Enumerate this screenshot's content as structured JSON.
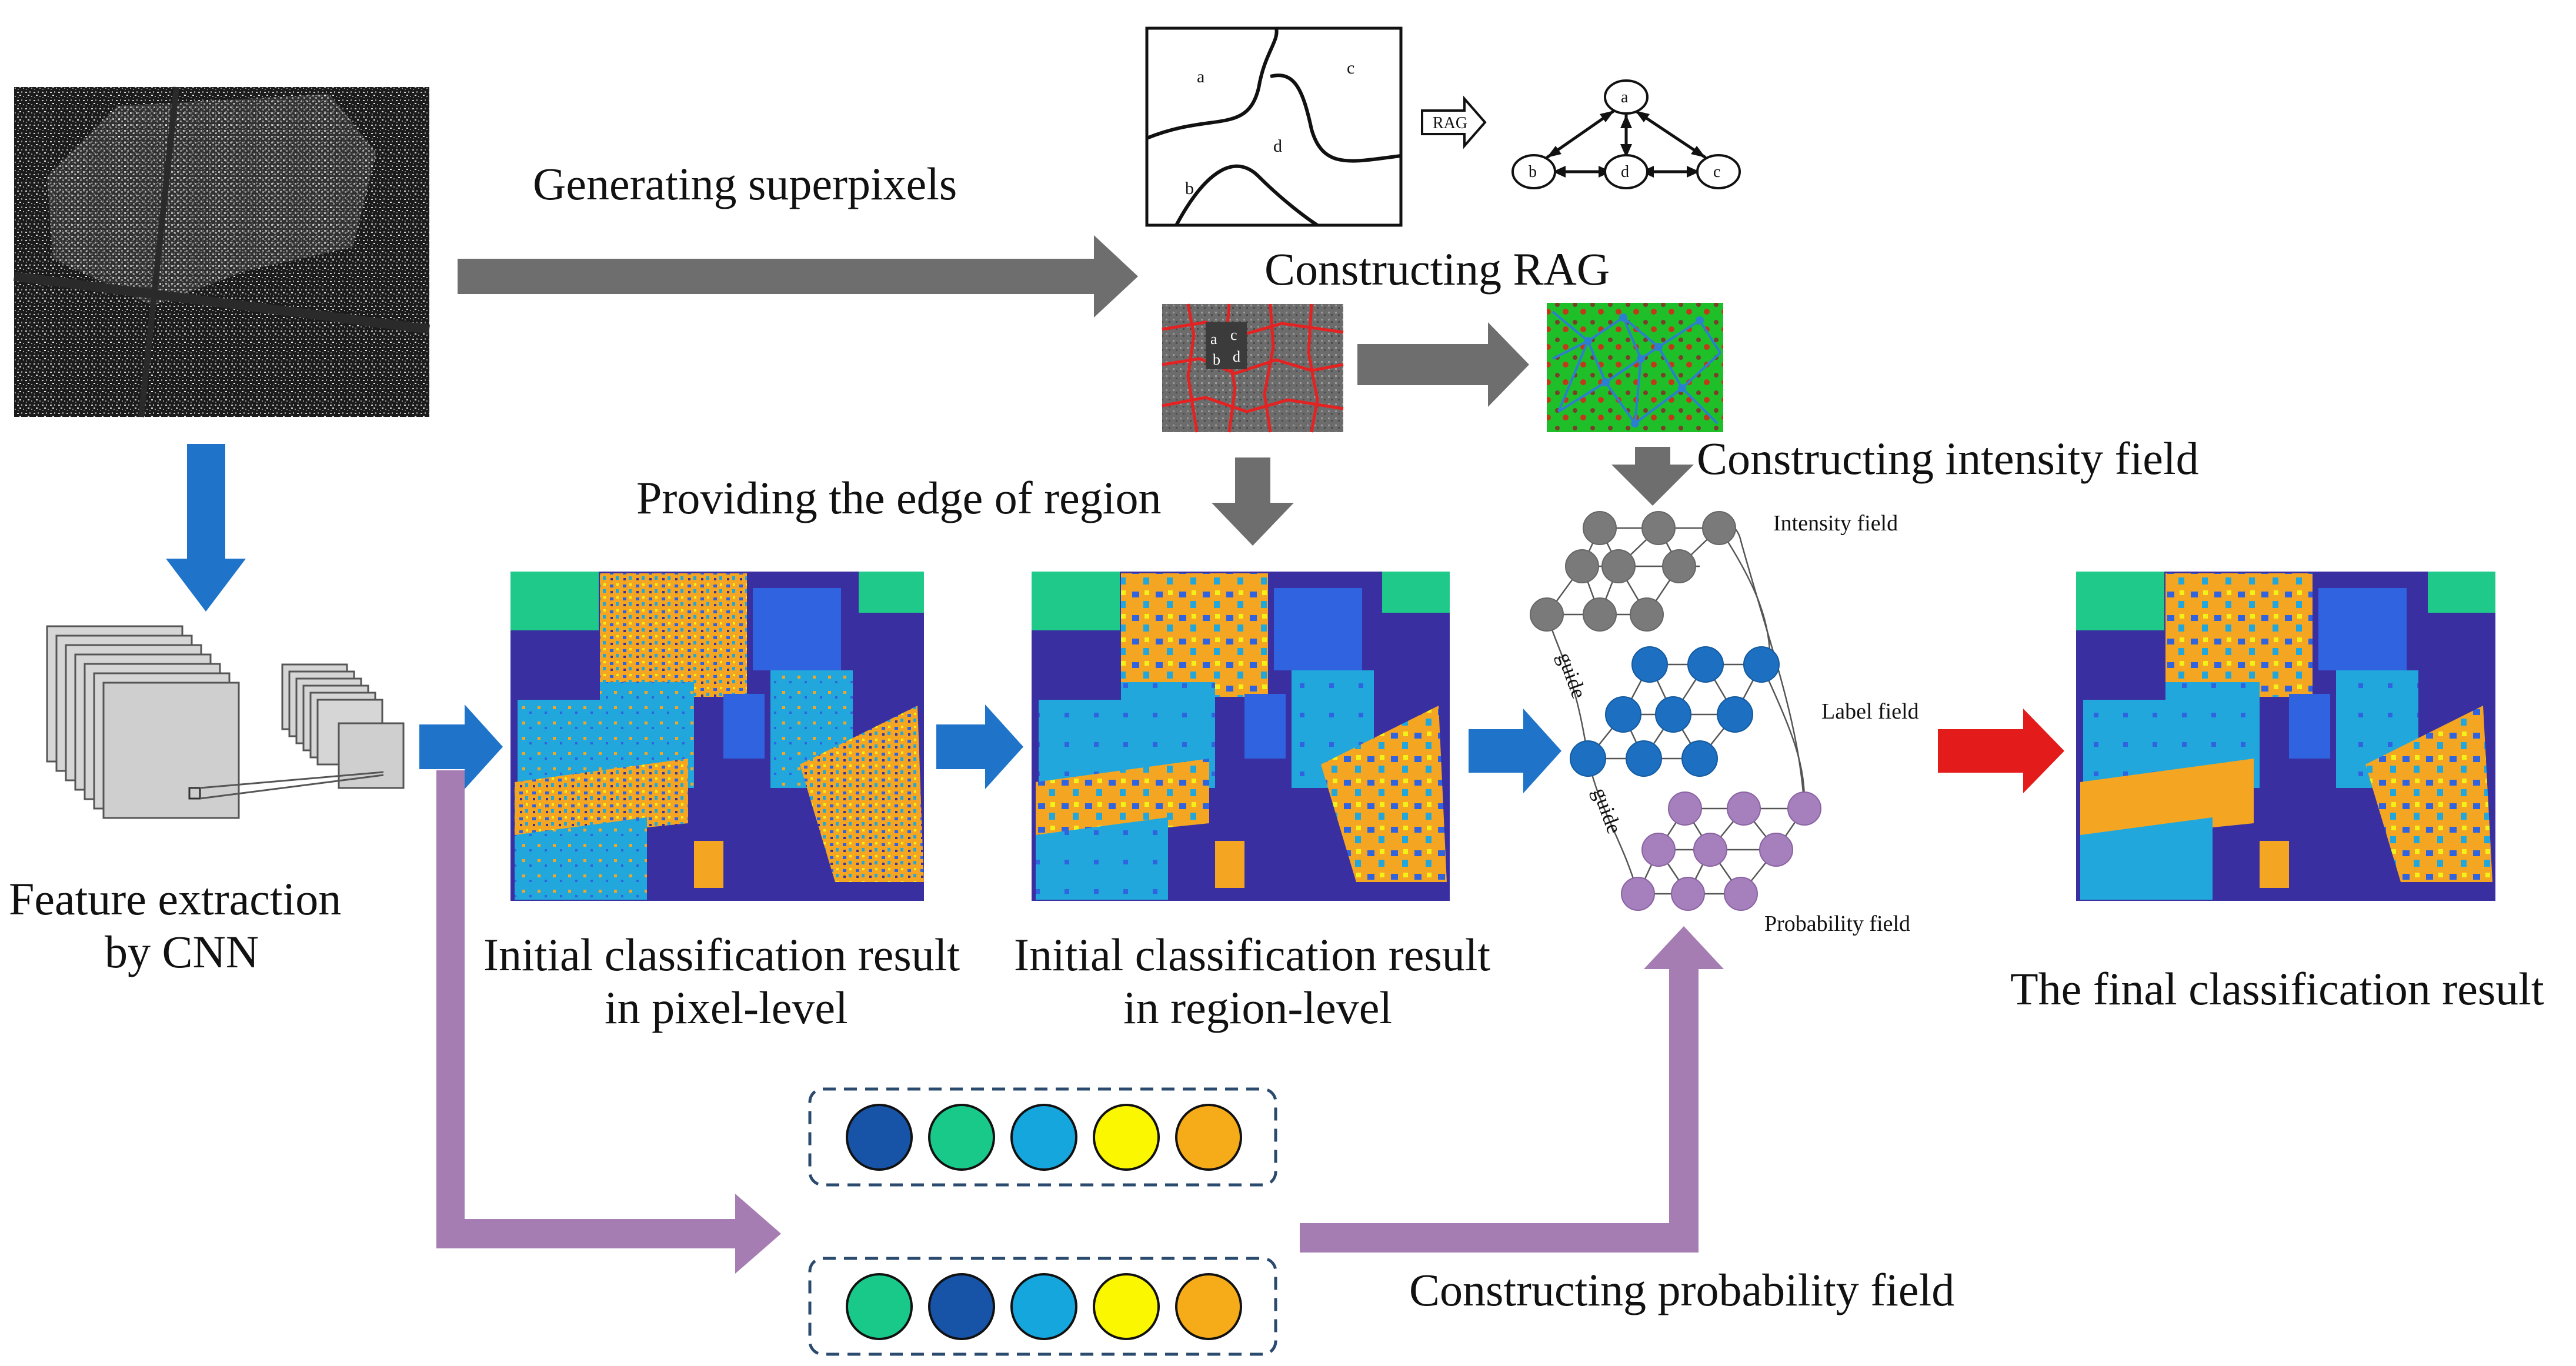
{
  "colors": {
    "arrow_gray": "#6e6e6e",
    "arrow_blue": "#1f74c9",
    "arrow_purple": "#a57db3",
    "arrow_red": "#e31b1b",
    "class_navy": "#3a2fa0",
    "class_green": "#1fc98a",
    "class_cyan": "#22a7dc",
    "class_orange": "#f4a623",
    "class_yellow": "#f2f21a",
    "class_blue": "#2f63e0",
    "node_gray": "#7a7a7a",
    "node_blue": "#1d6fc2",
    "node_purple": "#a580bd",
    "swatch_dark_blue": "#1754a8",
    "swatch_green": "#18c98a",
    "swatch_cyan": "#15a6de",
    "swatch_yellow": "#fbf700",
    "swatch_orange": "#f6ab19"
  },
  "labels": {
    "generating_superpixels": "Generating superpixels",
    "constructing_rag": "Constructing RAG",
    "constructing_intensity_field": "Constructing intensity field",
    "providing_edge": "Providing the edge of region",
    "feature_extraction_line1": "Feature extraction",
    "feature_extraction_line2": "by CNN",
    "initial_pixel_line1": "Initial classification result",
    "initial_pixel_line2": "in pixel-level",
    "initial_region_line1": "Initial classification result",
    "initial_region_line2": "in region-level",
    "final_result": "The final classification result",
    "constructing_probability_field": "Constructing probability field",
    "intensity_field": "Intensity field",
    "label_field": "Label field",
    "probability_field": "Probability field",
    "guide_1": "guide",
    "guide_2": "guide",
    "rag_arrow_label": "RAG"
  },
  "region_map": {
    "a": "a",
    "b": "b",
    "c": "c",
    "d": "d"
  },
  "rag_graph": {
    "nodes": [
      "a",
      "b",
      "d",
      "c"
    ]
  },
  "superpixel_tags": [
    "a",
    "c",
    "b",
    "d"
  ],
  "probability_rows": [
    [
      "swatch_dark_blue",
      "swatch_green",
      "swatch_cyan",
      "swatch_yellow",
      "swatch_orange"
    ],
    [
      "swatch_green",
      "swatch_dark_blue",
      "swatch_cyan",
      "swatch_yellow",
      "swatch_orange"
    ]
  ]
}
